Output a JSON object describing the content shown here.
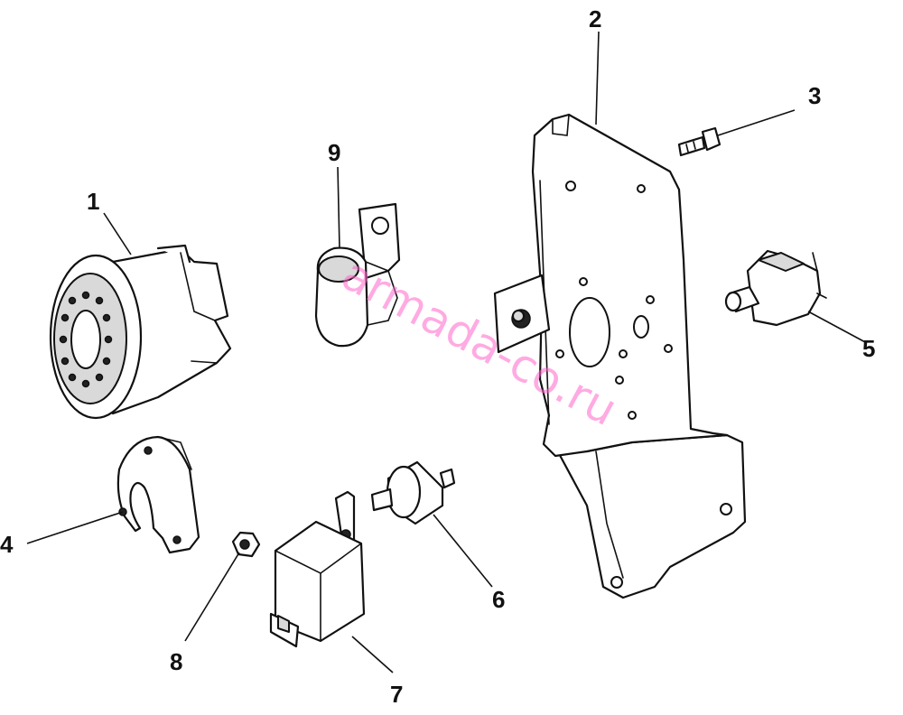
{
  "watermark": "armada-co.ru",
  "colors": {
    "line": "#111111",
    "shade": "#d9d9d9",
    "watermark": "#ff66cc"
  },
  "callouts": [
    {
      "id": "1",
      "label": "1",
      "part": "bearing-housing"
    },
    {
      "id": "2",
      "label": "2",
      "part": "mounting-bracket"
    },
    {
      "id": "3",
      "label": "3",
      "part": "bolt"
    },
    {
      "id": "4",
      "label": "4",
      "part": "clamp-half-ring"
    },
    {
      "id": "5",
      "label": "5",
      "part": "switch"
    },
    {
      "id": "6",
      "label": "6",
      "part": "rubber-mount"
    },
    {
      "id": "7",
      "label": "7",
      "part": "relay"
    },
    {
      "id": "8",
      "label": "8",
      "part": "nut"
    },
    {
      "id": "9",
      "label": "9",
      "part": "cable-clip"
    }
  ]
}
